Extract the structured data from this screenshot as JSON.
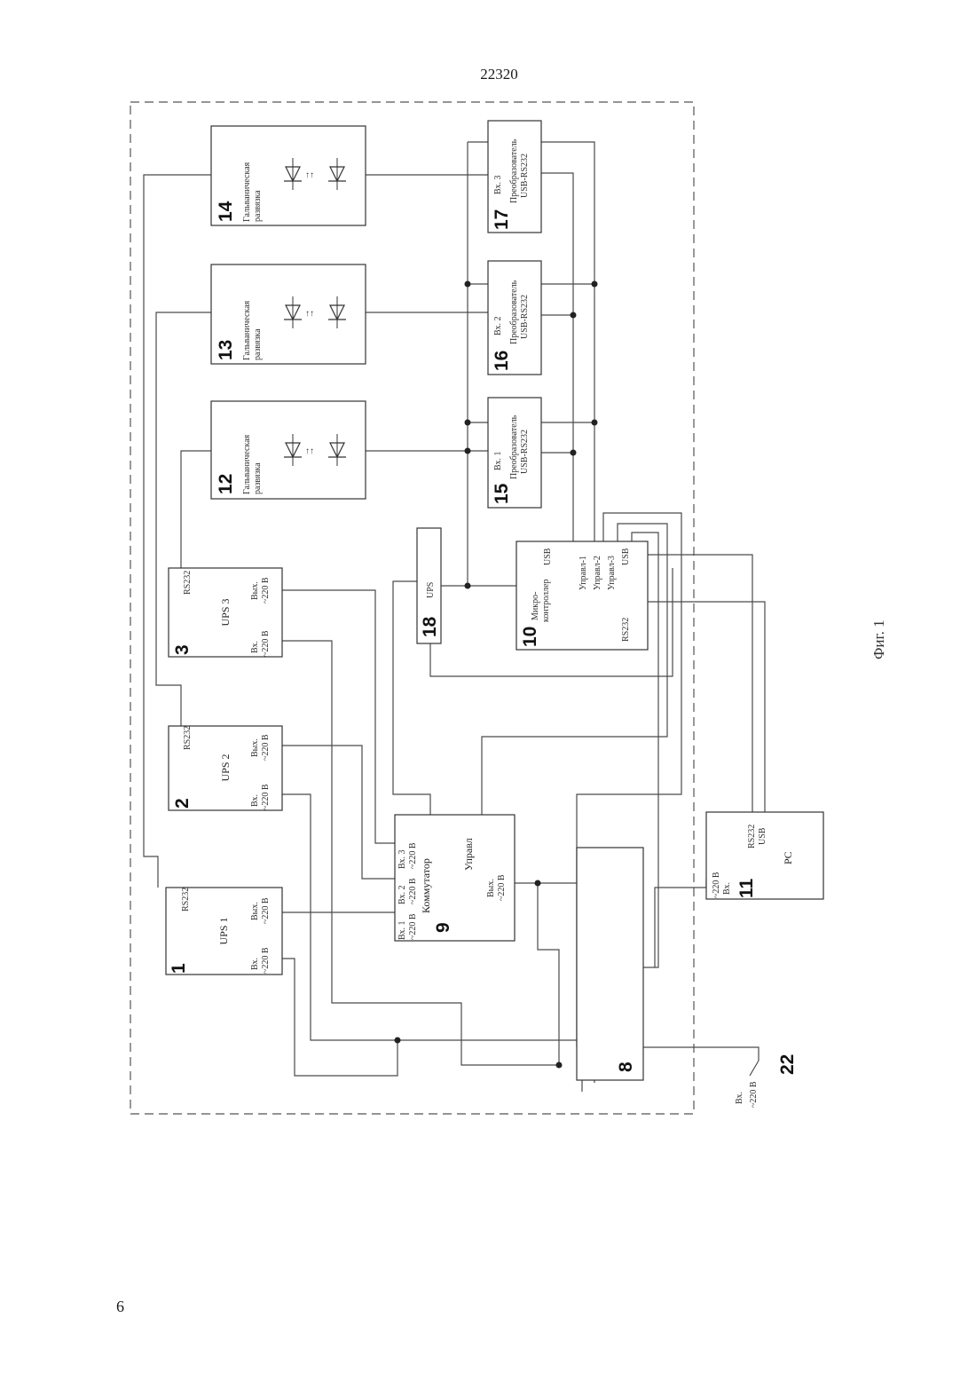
{
  "header": {
    "doc_number": "22320"
  },
  "footer": {
    "page_number": "6"
  },
  "figure": {
    "caption": "Фиг. 1",
    "ups1": {
      "number": "1",
      "title": "UPS 1",
      "rs232": "RS232",
      "in": "Вх.",
      "in_v": "~220 В",
      "out": "Вых.",
      "out_v": "~220 В"
    },
    "ups2": {
      "number": "2",
      "title": "UPS 2",
      "rs232": "RS232",
      "in": "Вх.",
      "in_v": "~220 В",
      "out": "Вых.",
      "out_v": "~220 В"
    },
    "ups3": {
      "number": "3",
      "title": "UPS 3",
      "rs232": "RS232",
      "in": "Вх.",
      "in_v": "~220 В",
      "out": "Вых.",
      "out_v": "~220 В"
    },
    "commutator": {
      "number": "9",
      "title": "Коммутатор",
      "in1": "Вх. 1",
      "in2": "Вх. 2",
      "in3": "Вх. 3",
      "in_v1": "~220 В",
      "in_v2": "~220 В",
      "in_v3": "~220 В",
      "control": "Управл",
      "out": "Вых.",
      "out_v": "~220 В"
    },
    "mcu": {
      "number": "10",
      "title1": "Микро-",
      "title2": "контроллер",
      "usb_top": "USB",
      "ctl1": "Управл-1",
      "ctl2": "Управл-2",
      "ctl3": "Управл-3",
      "rs232": "RS232",
      "usb_bottom": "USB"
    },
    "pc": {
      "number": "11",
      "title": "PC",
      "rs232": "RS232",
      "usb": "USB",
      "in": "Вх.",
      "in_v": "~220 В"
    },
    "gal12": {
      "number": "12",
      "line1": "Гальваническая",
      "line2": "развязка"
    },
    "gal13": {
      "number": "13",
      "line1": "Гальваническая",
      "line2": "развязка"
    },
    "gal14": {
      "number": "14",
      "line1": "Гальваническая",
      "line2": "развязка"
    },
    "conv15": {
      "number": "15",
      "input": "Вх. 1",
      "line1": "Преобразователь",
      "line2": "USB-RS232"
    },
    "conv16": {
      "number": "16",
      "input": "Вх. 2",
      "line1": "Преобразователь",
      "line2": "USB-RS232"
    },
    "conv17": {
      "number": "17",
      "input": "Вх. 3",
      "line1": "Преобразователь",
      "line2": "USB-RS232"
    },
    "ups18": {
      "number": "18",
      "title": "UPS"
    },
    "relay": {
      "number": "8"
    },
    "mains": {
      "number": "22",
      "in": "Вх.",
      "in_v": "~220 В"
    }
  }
}
